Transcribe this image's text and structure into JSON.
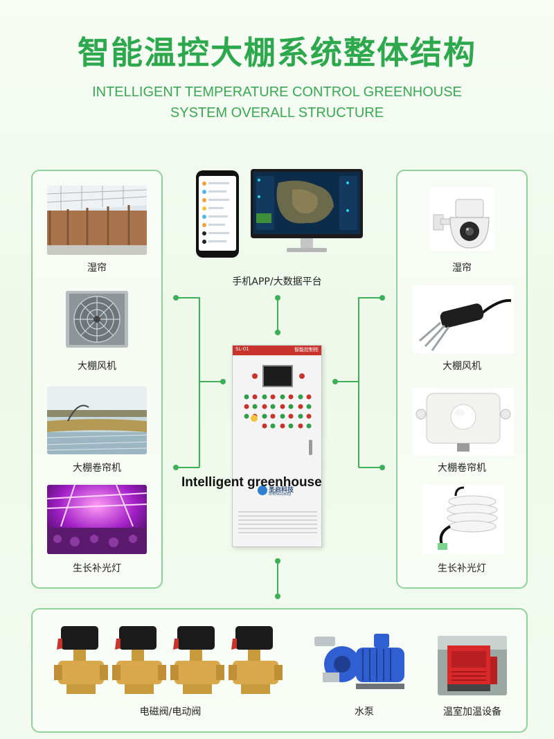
{
  "header": {
    "title_cn": "智能温控大棚系统整体结构",
    "title_en_line1": "INTELLIGENT TEMPERATURE CONTROL GREENHOUSE",
    "title_en_line2": "SYSTEM OVERALL STRUCTURE"
  },
  "top_center": {
    "caption": "手机APP/大数据平台"
  },
  "left_panel": {
    "items": [
      {
        "label": "湿帘",
        "icon": "wet-curtain-photo"
      },
      {
        "label": "大棚风机",
        "icon": "exhaust-fan-photo"
      },
      {
        "label": "大棚卷帘机",
        "icon": "curtain-roller-photo"
      },
      {
        "label": "生长补光灯",
        "icon": "grow-light-photo"
      }
    ]
  },
  "right_panel": {
    "items": [
      {
        "label": "湿帘",
        "icon": "dome-camera-photo"
      },
      {
        "label": "大棚风机",
        "icon": "soil-sensor-photo"
      },
      {
        "label": "大棚卷帘机",
        "icon": "light-sensor-photo"
      },
      {
        "label": "生长补光灯",
        "icon": "weather-shield-sensor-photo"
      }
    ]
  },
  "cabinet": {
    "overlay_text": "Intelligent greenhouse",
    "brand_text": "圣启科技",
    "brand_sub": "SHENGQIKEJI",
    "header_left": "SL-01",
    "header_right": "智能控制柜"
  },
  "bottom_panel": {
    "items": [
      {
        "label": "电磁阀/电动阀",
        "icon": "solenoid-valve-photo"
      },
      {
        "label": "水泵",
        "icon": "water-pump-photo"
      },
      {
        "label": "温室加温设备",
        "icon": "heater-photo"
      }
    ]
  },
  "colors": {
    "accent": "#2ea84d",
    "line": "#3cb056",
    "panel_border": "#8fd19a"
  }
}
